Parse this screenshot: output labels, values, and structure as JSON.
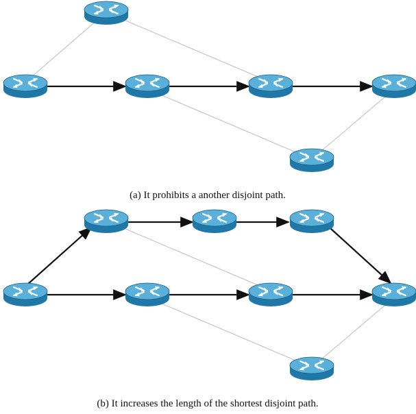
{
  "figures": [
    {
      "id": "a",
      "caption": "(a) It prohibits a another disjoint path."
    },
    {
      "id": "b",
      "caption": "(b) It increases the length of the shortest disjoint path."
    }
  ],
  "colors": {
    "router_top": "#5ab0d8",
    "router_side": "#1f78a8",
    "router_edge": "#155f86",
    "arrow_glyph": "#ffffff",
    "link_thin": "#bdbdbd",
    "link_path": "#111111"
  },
  "icons": {
    "node": "router-icon"
  }
}
